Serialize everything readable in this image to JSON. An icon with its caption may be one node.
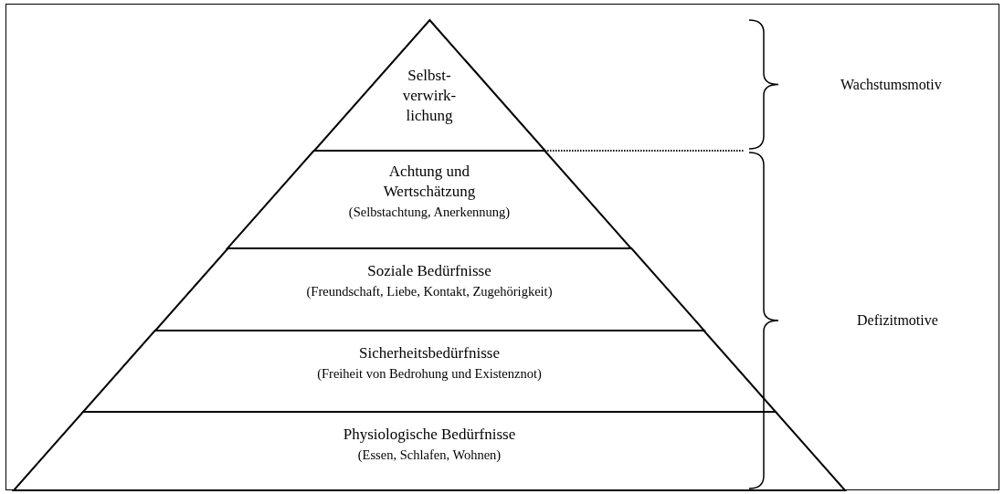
{
  "diagram": {
    "nodes": [
      {
        "text": [
          "Selbst- verwirk- lichung"
        ]
      },
      {
        "text": [
          "Achtung und Wertschätzung",
          "(Selbstachtung, Anerkennung)"
        ]
      },
      {
        "text": [
          "Soziale Bedürfnisse",
          "(Freundschaft, Liebe, Kontakt, Zugehörigkeit)"
        ]
      },
      {
        "text": [
          "Sicherheitsbedürfnisse",
          "(Freiheit von Bedrohung und Existenznot)"
        ]
      },
      {
        "text": [
          "Physiologische Bedürfnisse",
          "(Essen, Schlafen, Wohnen)"
        ]
      }
    ],
    "edges": [],
    "labels": [
      "Wachstumsmotiv",
      "Defizitmotive"
    ]
  }
}
